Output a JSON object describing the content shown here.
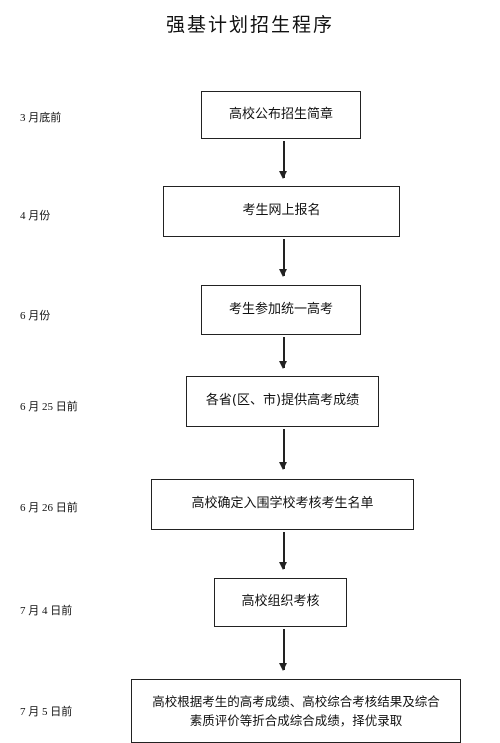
{
  "title": "强基计划招生程序",
  "steps": [
    {
      "date": "3 月底前",
      "text": "高校公布招生简章"
    },
    {
      "date": "4 月份",
      "text": "考生网上报名"
    },
    {
      "date": "6 月份",
      "text": "考生参加统一高考"
    },
    {
      "date": "6 月 25 日前",
      "text": "各省(区、市)提供高考成绩"
    },
    {
      "date": "6 月 26 日前",
      "text": "高校确定入围学校考核考生名单"
    },
    {
      "date": "7 月 4 日前",
      "text": "高校组织考核"
    },
    {
      "date": "7 月 5 日前",
      "text_line1": "高校根据考生的高考成绩、高校综合考核结果及综合",
      "text_line2": "素质评价等折合成综合成绩，择优录取"
    }
  ]
}
